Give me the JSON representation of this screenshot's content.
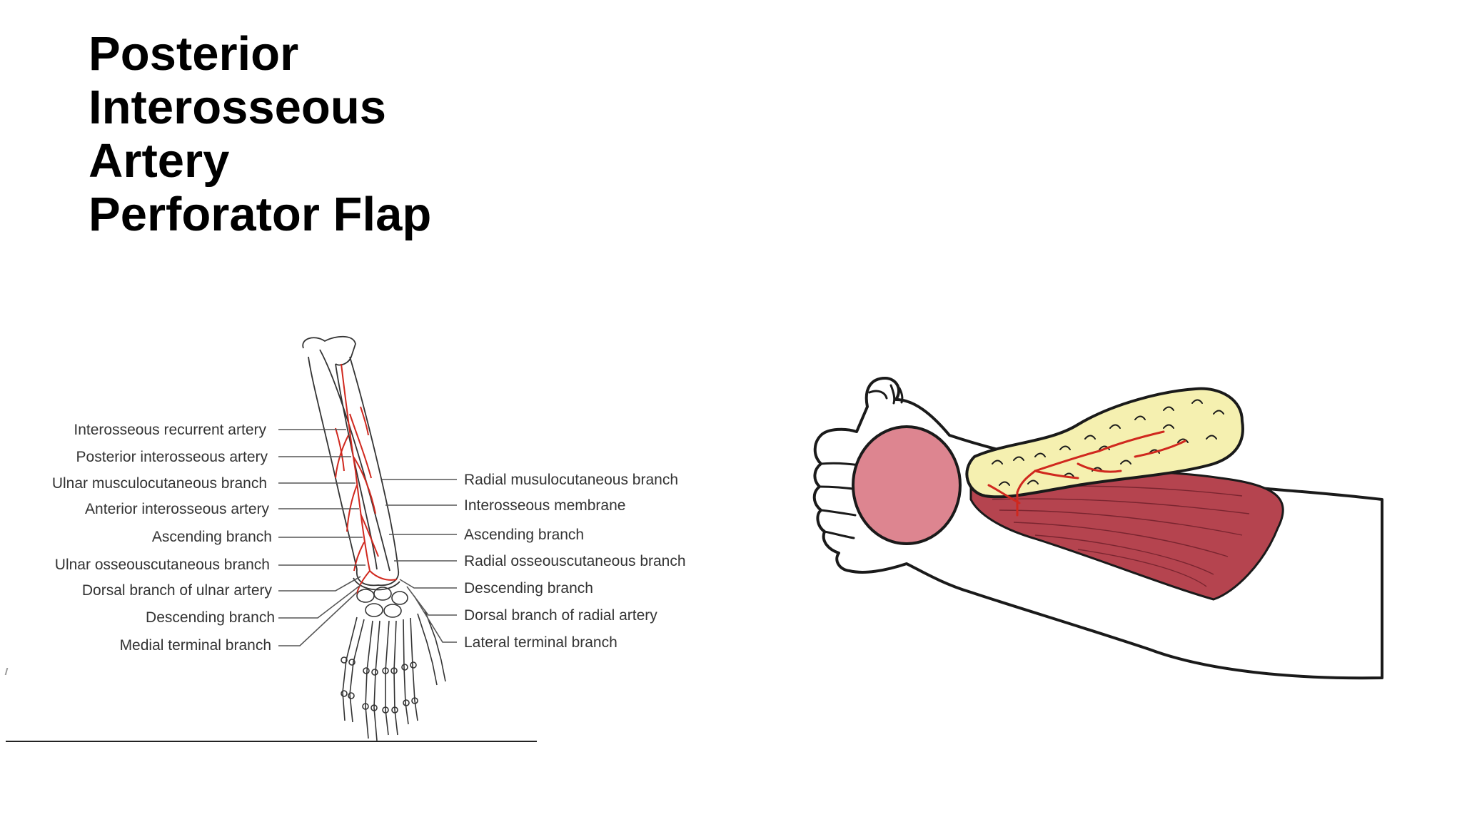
{
  "title": {
    "line1": "Posterior",
    "line2": "Interosseous",
    "line3": "Artery",
    "line4": "Perforator Flap"
  },
  "left_diagram": {
    "left_labels": [
      "Interosseous recurrent artery",
      "Posterior interosseous artery",
      "Ulnar musculocutaneous branch",
      "Anterior interosseous artery",
      "Ascending branch",
      "Ulnar osseouscutaneous branch",
      "Dorsal branch of ulnar artery",
      "Descending branch",
      "Medial terminal branch"
    ],
    "right_labels": [
      "Radial musulocutaneous branch",
      "Interosseous membrane",
      "Ascending branch",
      "Radial osseouscutaneous branch",
      "Descending branch",
      "Dorsal branch of radial artery",
      "Lateral terminal branch"
    ]
  },
  "colors": {
    "artery": "#d0281e",
    "flap_fill": "#f5f0b0",
    "muscle": "#b5444f",
    "defect": "#dd8590",
    "outline": "#1a1a1a"
  }
}
